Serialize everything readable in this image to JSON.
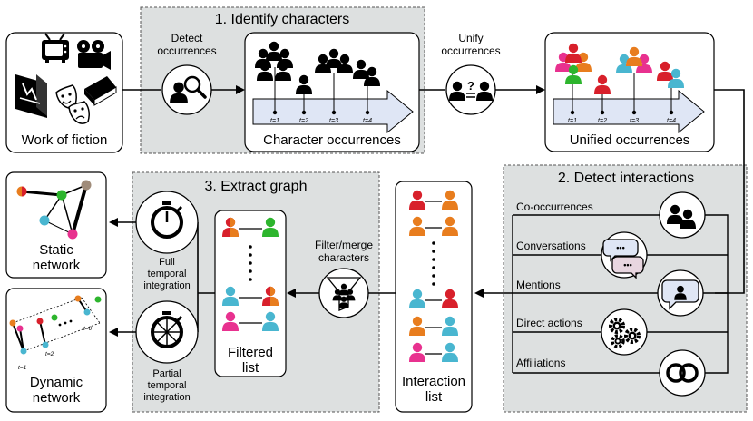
{
  "panels": {
    "identify_title": "1. Identify characters",
    "detect_title": "2. Detect interactions",
    "extract_title": "3. Extract graph"
  },
  "source": {
    "label": "Work of fiction"
  },
  "steps": {
    "detect_occ": [
      "Detect",
      "occurrences"
    ],
    "unify_occ": [
      "Unify",
      "occurrences"
    ],
    "filter_merge": [
      "Filter/merge",
      "characters"
    ],
    "full_temporal": [
      "Full",
      "temporal",
      "integration"
    ],
    "partial_temporal": [
      "Partial",
      "temporal",
      "integration"
    ]
  },
  "boxes": {
    "char_occ": "Character occurrences",
    "unified_occ": "Unified occurrences",
    "interaction_list": [
      "Interaction",
      "list"
    ],
    "filtered_list": [
      "Filtered",
      "list"
    ],
    "static_network": [
      "Static",
      "network"
    ],
    "dynamic_network": [
      "Dynamic",
      "network"
    ]
  },
  "timeline_ticks": [
    "t=1",
    "t=2",
    "t=3",
    "t=4"
  ],
  "dynamic_ticks": [
    "t=1",
    "t=2",
    "t=θ"
  ],
  "interaction_types": [
    "Co-occurrences",
    "Conversations",
    "Mentions",
    "Direct actions",
    "Affiliations"
  ],
  "colors": {
    "panel_bg": "#dde0e0",
    "arrow_fill": "#dfe6f5",
    "magenta": "#e8318f",
    "orange": "#e87d1e",
    "green": "#2db52d",
    "red": "#d8202b",
    "cyan": "#49b6d0",
    "brown": "#a08c7a"
  }
}
